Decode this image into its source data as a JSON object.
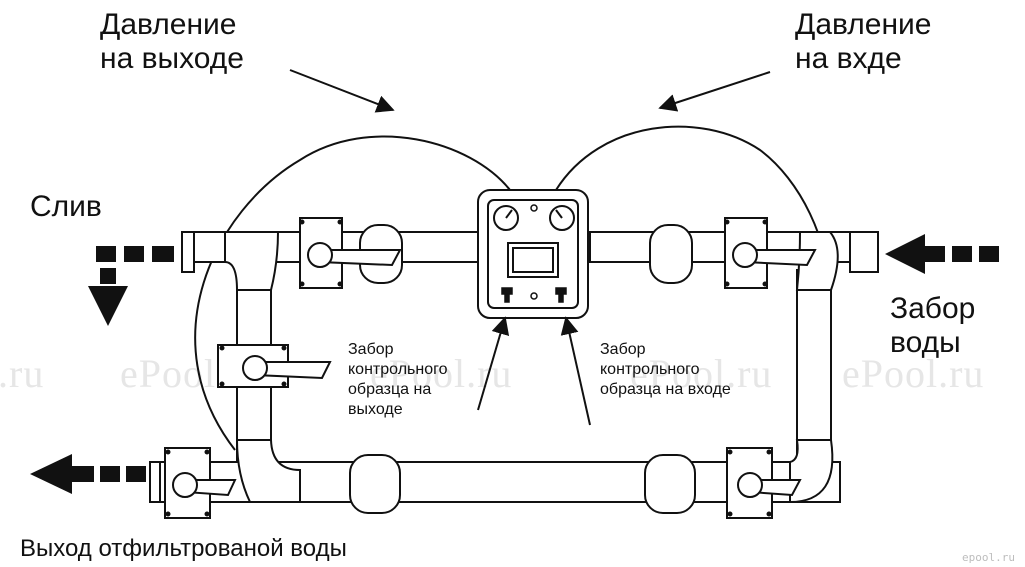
{
  "labels": {
    "pressure_out": "Давление\nна выходе",
    "pressure_in": "Давление\nна вхде",
    "drain": "Слив",
    "water_intake": "Забор\nводы",
    "sample_out": "Забор\nконтрольного\nобразца на\nвыходе",
    "sample_in": "Забор\nконтрольного\nобразца на входе",
    "filtered_out": "Выход отфильтрованой воды"
  },
  "watermark": {
    "text": "ePool.ru",
    "left_fragment": ".ru"
  },
  "logo": "epool.ru",
  "colors": {
    "line": "#111111",
    "pipe_fill": "#ffffff",
    "watermark": "#e6e6e6"
  },
  "icons": [
    "pressure-gauge-icon",
    "sample-tap-icon",
    "flow-arrow-icon",
    "ball-valve-icon",
    "flange-icon"
  ]
}
